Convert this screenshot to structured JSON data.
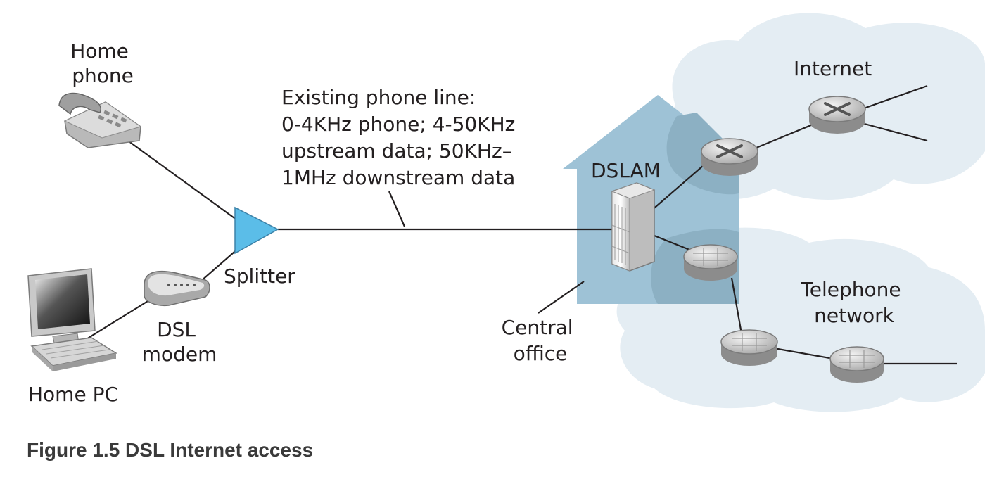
{
  "labels": {
    "home_phone": [
      "Home",
      "phone"
    ],
    "home_pc": "Home PC",
    "dsl_modem": [
      "DSL",
      "modem"
    ],
    "splitter": "Splitter",
    "phone_line": [
      "Existing phone line:",
      "0-4KHz phone; 4-50KHz",
      "upstream data; 50KHz–",
      "1MHz downstream data"
    ],
    "dslam": "DSLAM",
    "central_office": [
      "Central",
      "office"
    ],
    "internet": "Internet",
    "telephone_network": [
      "Telephone",
      "network"
    ]
  },
  "caption": "Figure 1.5 DSL Internet access",
  "colors": {
    "cloud": "#e4edf3",
    "house": "#9ec2d6",
    "overlap": "#8cb0c3",
    "splitter": "#5bbde8",
    "line": "#231f20",
    "caption": "#3a3a3a"
  },
  "icons": [
    "telephone-icon",
    "computer-icon",
    "dsl-modem-icon",
    "splitter-icon",
    "dslam-icon",
    "router-icon",
    "switch-icon",
    "cloud-icon",
    "house-icon"
  ]
}
